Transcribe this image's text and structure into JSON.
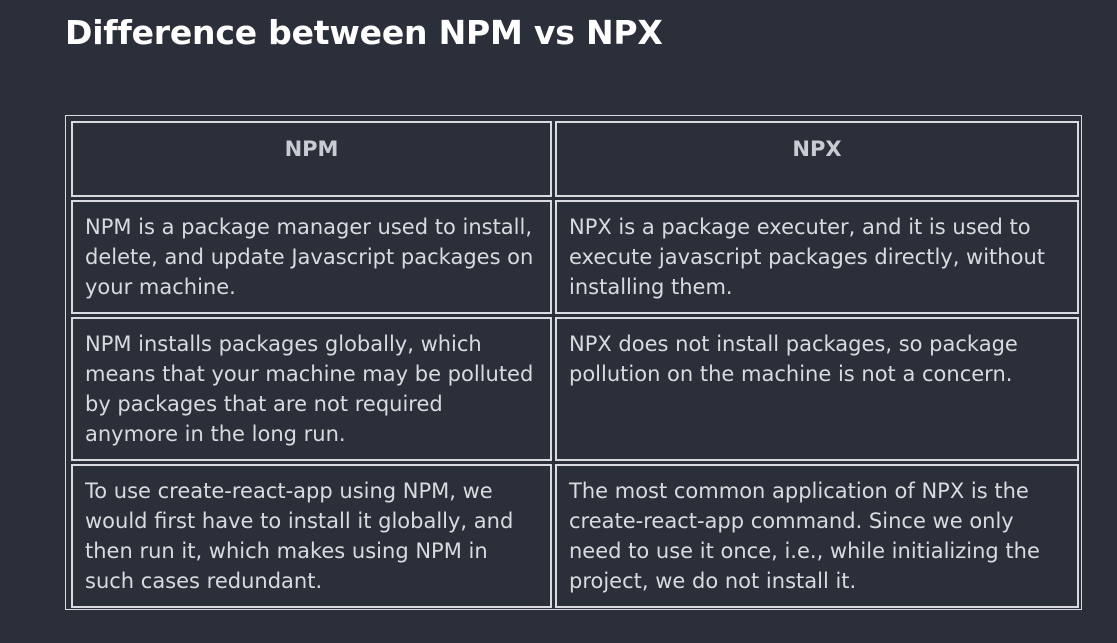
{
  "page": {
    "title": "Difference between NPM vs NPX"
  },
  "table": {
    "headers": [
      "NPM",
      "NPX"
    ],
    "rows": [
      [
        "NPM is a package manager used to install, delete, and update Javascript packages on your machine.",
        "NPX is a package executer, and it is used to execute javascript packages directly, without installing them."
      ],
      [
        "NPM installs packages globally, which means that your machine may be polluted by packages that are not required anymore in the long run.",
        "NPX does not install packages, so package pollution on the machine is not a concern."
      ],
      [
        "To use create-react-app using NPM, we would first have to install it globally, and then run it, which makes using NPM in such cases redundant.",
        "The most common application of NPX is the create-react-app command. Since we only need to use it once, i.e., while initializing the project, we do not install it."
      ]
    ]
  },
  "colors": {
    "background": "#2b2f3a",
    "border": "#d9dbe0",
    "title": "#ffffff",
    "text": "#d8dade"
  }
}
